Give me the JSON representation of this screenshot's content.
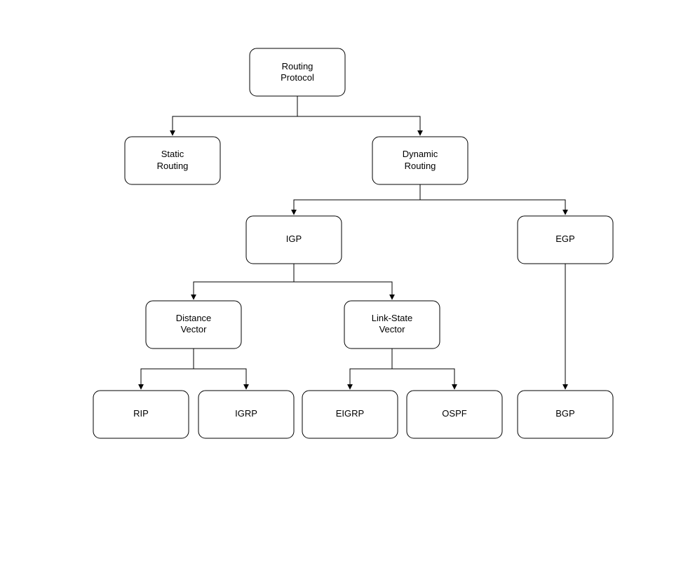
{
  "nodes": {
    "routing_protocol": {
      "line1": "Routing",
      "line2": "Protocol"
    },
    "static_routing": {
      "line1": "Static",
      "line2": "Routing"
    },
    "dynamic_routing": {
      "line1": "Dynamic",
      "line2": "Routing"
    },
    "igp": {
      "label": "IGP"
    },
    "egp": {
      "label": "EGP"
    },
    "distance_vector": {
      "line1": "Distance",
      "line2": "Vector"
    },
    "link_state_vector": {
      "line1": "Link-State",
      "line2": "Vector"
    },
    "rip": {
      "label": "RIP"
    },
    "igrp": {
      "label": "IGRP"
    },
    "eigrp": {
      "label": "EIGRP"
    },
    "ospf": {
      "label": "OSPF"
    },
    "bgp": {
      "label": "BGP"
    }
  },
  "edges": [
    {
      "from": "routing_protocol",
      "to": "static_routing"
    },
    {
      "from": "routing_protocol",
      "to": "dynamic_routing"
    },
    {
      "from": "dynamic_routing",
      "to": "igp"
    },
    {
      "from": "dynamic_routing",
      "to": "egp"
    },
    {
      "from": "igp",
      "to": "distance_vector"
    },
    {
      "from": "igp",
      "to": "link_state_vector"
    },
    {
      "from": "distance_vector",
      "to": "rip"
    },
    {
      "from": "distance_vector",
      "to": "igrp"
    },
    {
      "from": "link_state_vector",
      "to": "eigrp"
    },
    {
      "from": "link_state_vector",
      "to": "ospf"
    },
    {
      "from": "egp",
      "to": "bgp"
    }
  ],
  "colors": {
    "stroke": "#000000",
    "fill": "#ffffff",
    "text": "#000000"
  }
}
